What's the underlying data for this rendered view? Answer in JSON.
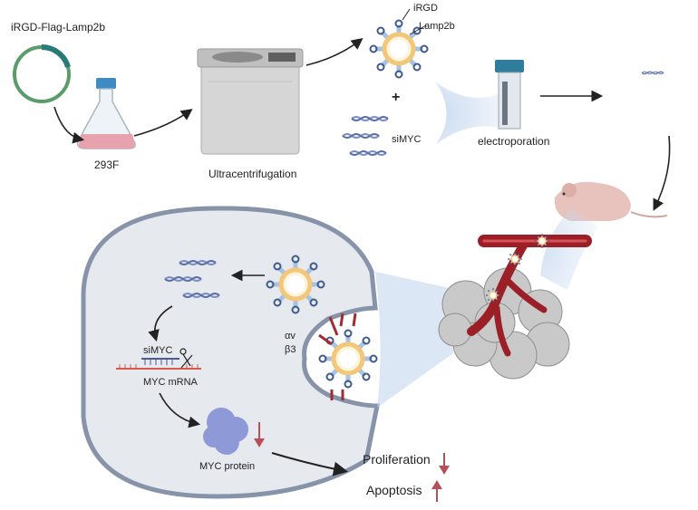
{
  "labels": {
    "plasmid": "iRGD-Flag-Lamp2b",
    "cell_line": "293F",
    "centrifuge": "Ultracentrifugation",
    "irgd": "iRGD",
    "lamp2b": "Lamp2b",
    "plus": "+",
    "simyc_top": "siMYC",
    "electroporation": "electroporation",
    "simyc_cell": "siMYC",
    "myc_mrna": "MYC mRNA",
    "myc_protein": "MYC protein",
    "alpha_v": "αv",
    "beta3": "β3",
    "proliferation": "Proliferation",
    "apoptosis": "Apoptosis"
  },
  "colors": {
    "arrow": "#222222",
    "down_arrow": "#b5505a",
    "cell_fill": "#e6e9ee",
    "cell_stroke": "#8793a8",
    "exosome_ring": "#f2c77a",
    "lamp2b": "#a9c3de",
    "irgd": "#3f5a8c",
    "sirna": "#7d8fc2",
    "mrna": "#d95a4b",
    "protein": "#8e9ad8",
    "vessel": "#9c1f27",
    "beam": "#c4d7ee"
  },
  "icons": [
    "plasmid-icon",
    "flask-icon",
    "centrifuge-icon",
    "exosome-icon",
    "cuvette-icon",
    "mouse-icon",
    "scissors-icon",
    "tumor-icon"
  ]
}
